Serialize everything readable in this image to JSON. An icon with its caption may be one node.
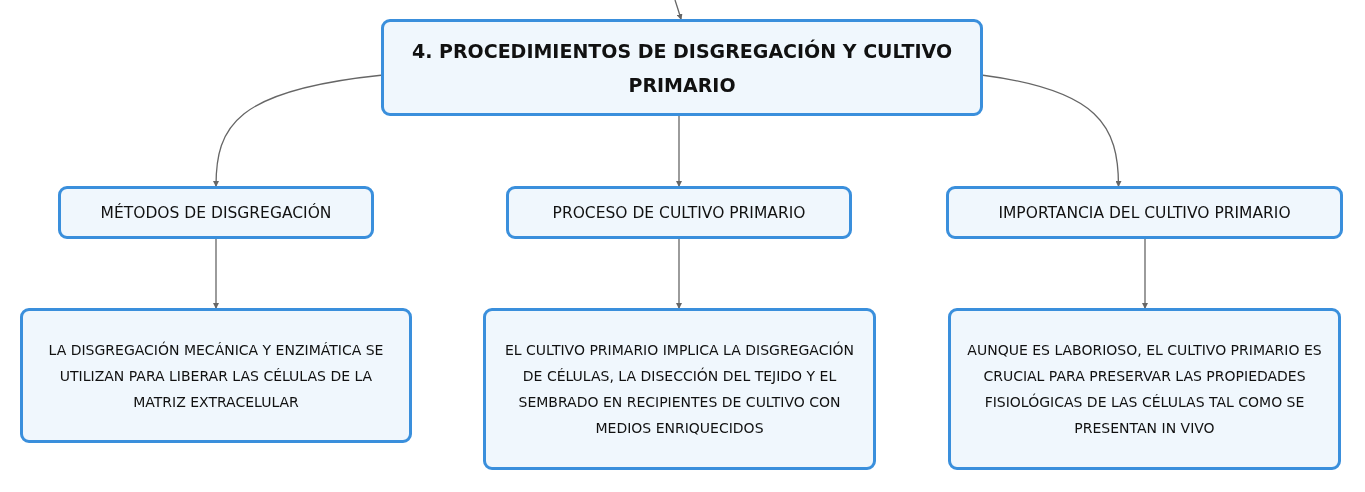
{
  "diagram": {
    "nodes": [
      {
        "text": [
          "4. PROCEDIMIENTOS DE DISGREGACIÓN Y CULTIVO PRIMARIO"
        ]
      },
      {
        "text": [
          "MÉTODOS DE DISGREGACIÓN"
        ]
      },
      {
        "text": [
          "PROCESO DE CULTIVO PRIMARIO"
        ]
      },
      {
        "text": [
          "IMPORTANCIA DEL CULTIVO PRIMARIO"
        ]
      },
      {
        "text": [
          "LA DISGREGACIÓN MECÁNICA Y ENZIMÁTICA SE UTILIZAN PARA LIBERAR LAS CÉLULAS DE LA MATRIZ EXTRACELULAR"
        ]
      },
      {
        "text": [
          "EL CULTIVO PRIMARIO IMPLICA LA DISGREGACIÓN DE CÉLULAS, LA DISECCIÓN DEL TEJIDO Y EL SEMBRADO EN RECIPIENTES DE CULTIVO CON MEDIOS ENRIQUECIDOS"
        ]
      },
      {
        "text": [
          "AUNQUE ES LABORIOSO, EL CULTIVO PRIMARIO ES CRUCIAL PARA PRESERVAR LAS PROPIEDADES FISIOLÓGICAS DE LAS CÉLULAS TAL COMO SE PRESENTAN IN VIVO"
        ]
      }
    ],
    "edges": [
      {
        "from": null,
        "to": 0,
        "arrow": "to"
      },
      {
        "from": 0,
        "to": 1,
        "arrow": "to"
      },
      {
        "from": 0,
        "to": 2,
        "arrow": "to"
      },
      {
        "from": 0,
        "to": 3,
        "arrow": "to"
      },
      {
        "from": 1,
        "to": 4,
        "arrow": "to"
      },
      {
        "from": 2,
        "to": 5,
        "arrow": "to"
      },
      {
        "from": 3,
        "to": 6,
        "arrow": "to"
      }
    ]
  }
}
